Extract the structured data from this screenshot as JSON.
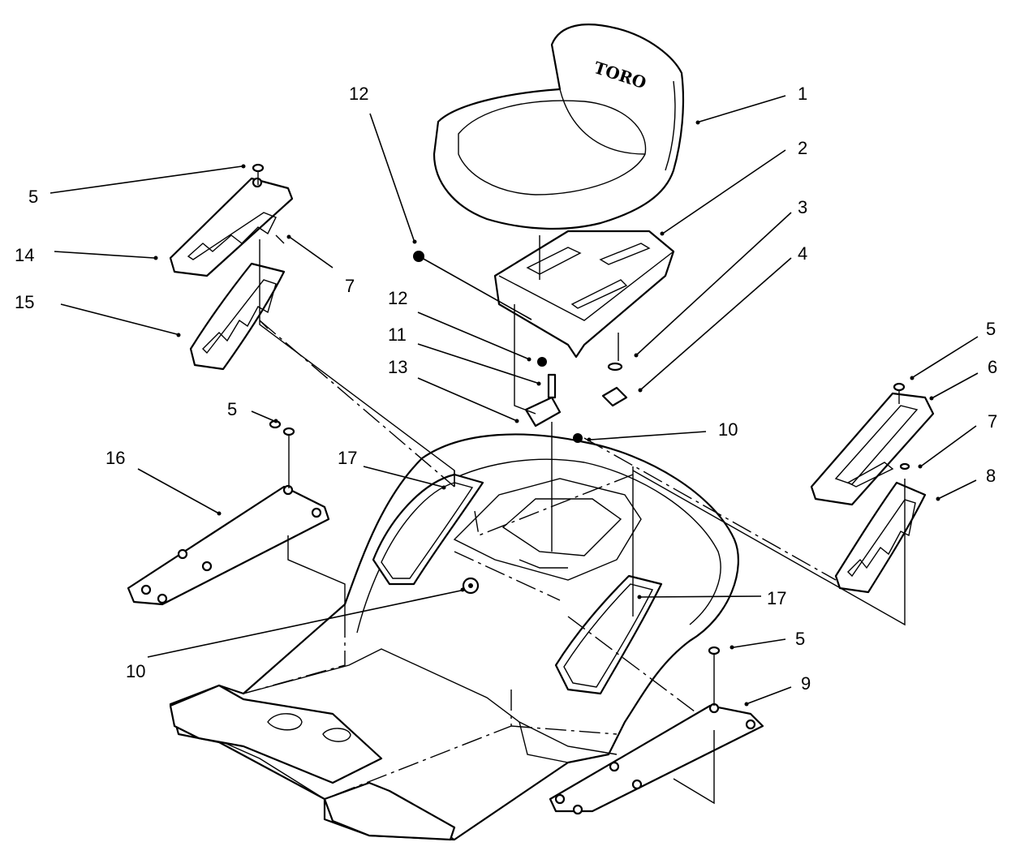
{
  "diagram": {
    "logo_text": "TORO",
    "callouts": [
      {
        "id": "c1",
        "label": "1"
      },
      {
        "id": "c2",
        "label": "2"
      },
      {
        "id": "c3",
        "label": "3"
      },
      {
        "id": "c4",
        "label": "4"
      },
      {
        "id": "c5a",
        "label": "5"
      },
      {
        "id": "c5b",
        "label": "5"
      },
      {
        "id": "c5c",
        "label": "5"
      },
      {
        "id": "c5d",
        "label": "5"
      },
      {
        "id": "c6",
        "label": "6"
      },
      {
        "id": "c7a",
        "label": "7"
      },
      {
        "id": "c7b",
        "label": "7"
      },
      {
        "id": "c8",
        "label": "8"
      },
      {
        "id": "c9",
        "label": "9"
      },
      {
        "id": "c10a",
        "label": "10"
      },
      {
        "id": "c10b",
        "label": "10"
      },
      {
        "id": "c11",
        "label": "11"
      },
      {
        "id": "c12a",
        "label": "12"
      },
      {
        "id": "c12b",
        "label": "12"
      },
      {
        "id": "c13",
        "label": "13"
      },
      {
        "id": "c14",
        "label": "14"
      },
      {
        "id": "c15",
        "label": "15"
      },
      {
        "id": "c16",
        "label": "16"
      },
      {
        "id": "c17a",
        "label": "17"
      },
      {
        "id": "c17b",
        "label": "17"
      }
    ]
  }
}
